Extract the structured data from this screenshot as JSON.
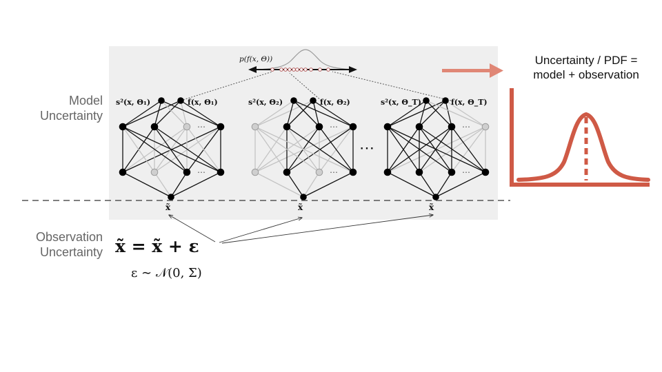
{
  "labels": {
    "model_uncertainty": [
      "Model",
      "Uncertainty"
    ],
    "observation_uncertainty": [
      "Observation",
      "Uncertainty"
    ],
    "output_caption": [
      "Uncertainty / PDF =",
      "model + observation"
    ]
  },
  "math": {
    "ensemble_output": "p(f(x, Θ))",
    "networks": [
      {
        "variance": "s²(x, Θ₁)",
        "mean": "f(x, Θ₁)",
        "input": "x̃"
      },
      {
        "variance": "s²(x, Θ₂)",
        "mean": "f(x, Θ₂)",
        "input": "x̃"
      },
      {
        "variance": "s²(x, Θ_T)",
        "mean": "f(x, Θ_T)",
        "input": "x̃"
      }
    ],
    "ellipsis": "⋯",
    "hidden_ellipsis": "⋯",
    "noise_equation": "x̃ = x̃ + ε",
    "noise_distribution": "ε ∼ 𝒩(0, Σ)"
  },
  "colors": {
    "panel_background": "#efefef",
    "accent": "#cf5a46",
    "arrow": "#e08776",
    "label_gray": "#666666",
    "edge_dark": "#111111",
    "edge_light": "#c4c4c4"
  }
}
